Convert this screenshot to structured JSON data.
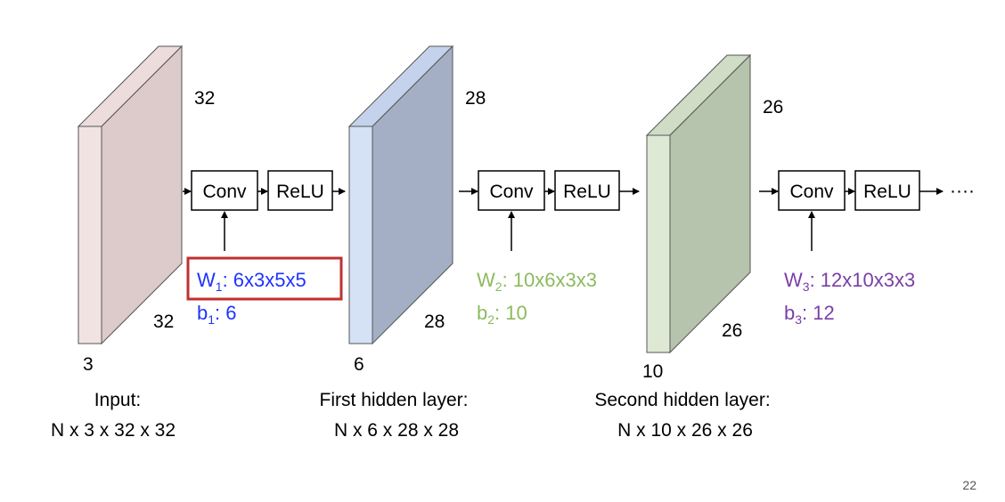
{
  "colors": {
    "input_front": "#f2e3e3",
    "input_side": "#ddcaca",
    "hidden1_front": "#d5e1f5",
    "hidden1_side": "#a4afc5",
    "hidden2_front": "#dde9d5",
    "hidden2_side": "#b6c3ad",
    "w1": "#1f33ff",
    "w2": "#8dba5f",
    "w3": "#7a3fa6",
    "highlight": "#c03030",
    "text": "#000000"
  },
  "volumes": [
    {
      "depth": "3",
      "height": "32",
      "width": "32",
      "caption": "Input:",
      "shape": "N x 3 x 32 x 32"
    },
    {
      "depth": "6",
      "height": "28",
      "width": "28",
      "caption": "First hidden layer:",
      "shape": "N x 6 x 28 x 28"
    },
    {
      "depth": "10",
      "height": "26",
      "width": "26",
      "caption": "Second hidden layer:",
      "shape": "N x 10 x 26 x 26"
    }
  ],
  "stages": [
    {
      "conv": "Conv",
      "relu": "ReLU",
      "w_name": "W",
      "w_sub": "1",
      "w_value": ": 6x3x5x5",
      "b_name": "b",
      "b_sub": "1",
      "b_value": ": 6"
    },
    {
      "conv": "Conv",
      "relu": "ReLU",
      "w_name": "W",
      "w_sub": "2",
      "w_value": ": 10x6x3x3",
      "b_name": "b",
      "b_sub": "2",
      "b_value": ": 10"
    },
    {
      "conv": "Conv",
      "relu": "ReLU",
      "w_name": "W",
      "w_sub": "3",
      "w_value": ": 12x10x3x3",
      "b_name": "b",
      "b_sub": "3",
      "b_value": ": 12"
    }
  ],
  "ellipsis": "····",
  "page_number": "22"
}
